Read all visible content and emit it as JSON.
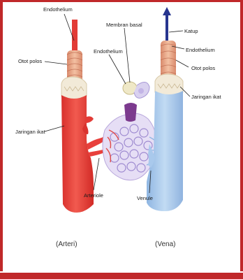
{
  "labels": {
    "endothelium_artery": "Endothelium",
    "otot_polos_artery": "Otot polos",
    "jaringan_ikat_artery": "Jaringan ikat",
    "membran_basal": "Membran basal",
    "endothelium_capillary": "Endothelium",
    "arteriole": "Arteriole",
    "venule": "Venule",
    "katup": "Katup",
    "endothelium_vein": "Endothelium",
    "otot_polos_vein": "Otot polos",
    "jaringan_ikat_vein": "Jaringan ikat"
  },
  "captions": {
    "artery": "(Arteri)",
    "vein": "(Vena)"
  },
  "colors": {
    "frame_border": "#c0282a",
    "artery": "#e8403c",
    "vein": "#a9c9ec",
    "capillary": "#c7b8e6",
    "smooth_muscle": "#e8a88a",
    "connective_tissue": "#f2ead8",
    "valve_arrow": "#27358f"
  }
}
